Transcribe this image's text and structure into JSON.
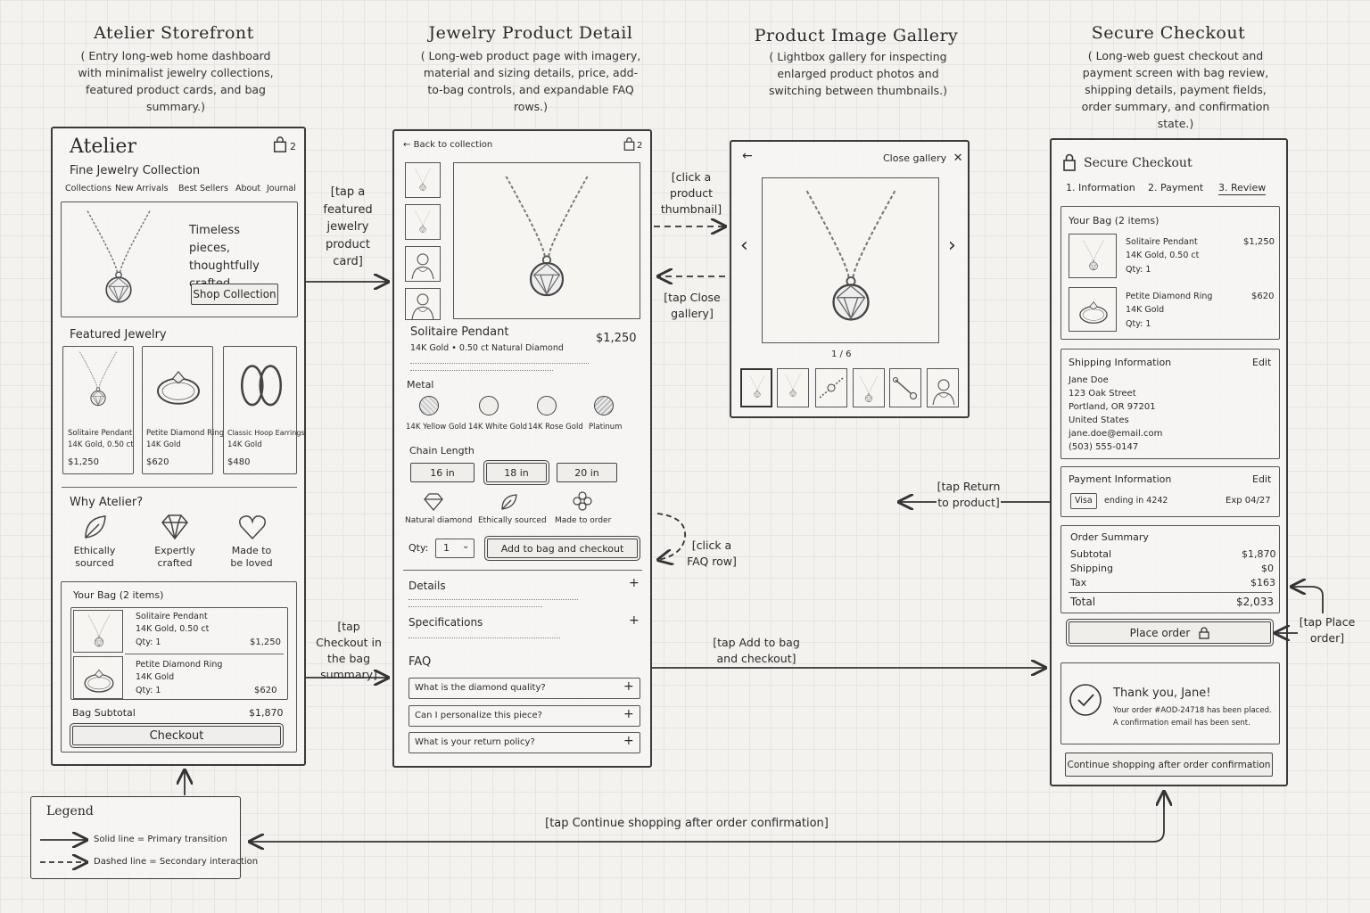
{
  "columns": [
    {
      "title": "Atelier Storefront",
      "desc": "( Entry long-web home dashboard with minimalist jewelry collections, featured product cards, and bag summary.)"
    },
    {
      "title": "Jewelry Product Detail",
      "desc": "( Long-web product page with imagery, material and sizing details, price, add-to-bag controls, and expandable FAQ rows.)"
    },
    {
      "title": "Product Image Gallery",
      "desc": "( Lightbox gallery for inspecting enlarged product photos and switching between thumbnails.)"
    },
    {
      "title": "Secure Checkout",
      "desc": "( Long-web guest checkout and payment screen with bag review, shipping details, payment fields, order summary, and confirmation state.)"
    }
  ],
  "storefront": {
    "brand": "Atelier",
    "bag_count": "2",
    "tagline": "Fine Jewelry Collection",
    "nav": [
      "Collections",
      "New Arrivals",
      "Best Sellers",
      "About",
      "Journal"
    ],
    "hero_text": "Timeless pieces, thoughtfully crafted.",
    "hero_button": "Shop Collection",
    "featured_title": "Featured Jewelry",
    "products": [
      {
        "name": "Solitaire Pendant",
        "detail": "14K Gold, 0.50 ct",
        "price": "$1,250"
      },
      {
        "name": "Petite Diamond Ring",
        "detail": "14K Gold",
        "price": "$620"
      },
      {
        "name": "Classic Hoop Earrings",
        "detail": "14K Gold",
        "price": "$480"
      }
    ],
    "why_title": "Why Atelier?",
    "why": [
      {
        "label": "Ethically sourced",
        "icon": "leaf-icon"
      },
      {
        "label": "Expertly crafted",
        "icon": "diamond-icon"
      },
      {
        "label": "Made to be loved",
        "icon": "heart-icon"
      }
    ],
    "bag_title": "Your Bag",
    "bag_items_label": "(2 items)",
    "bag_items": [
      {
        "name": "Solitaire Pendant",
        "detail": "14K Gold, 0.50 ct",
        "qty": "Qty: 1",
        "price": "$1,250"
      },
      {
        "name": "Petite Diamond Ring",
        "detail": "14K Gold",
        "qty": "Qty: 1",
        "price": "$620"
      }
    ],
    "subtotal_label": "Bag Subtotal",
    "subtotal": "$1,870",
    "checkout_button": "Checkout"
  },
  "product": {
    "back_label": "Back to collection",
    "bag_count": "2",
    "name": "Solitaire Pendant",
    "spec": "14K Gold  •  0.50 ct Natural Diamond",
    "price": "$1,250",
    "metal_label": "Metal",
    "metals": [
      "14K Yellow Gold",
      "14K White Gold",
      "14K Rose Gold",
      "Platinum"
    ],
    "chain_label": "Chain Length",
    "chains": [
      "16 in",
      "18 in",
      "20 in"
    ],
    "features": [
      "Natural diamond",
      "Ethically sourced",
      "Made to order"
    ],
    "qty_label": "Qty:",
    "qty_value": "1",
    "add_button": "Add to bag and checkout",
    "details_label": "Details",
    "specs_label": "Specifications",
    "faq_label": "FAQ",
    "faqs": [
      "What is the diamond quality?",
      "Can I personalize this piece?",
      "What is your return policy?"
    ]
  },
  "gallery": {
    "close_label": "Close gallery",
    "counter": "1 / 6"
  },
  "checkout": {
    "title": "Secure Checkout",
    "steps": [
      "1. Information",
      "2. Payment",
      "3. Review"
    ],
    "bag_title": "Your Bag",
    "bag_items_label": "(2 items)",
    "items": [
      {
        "name": "Solitaire Pendant",
        "detail": "14K Gold, 0.50 ct",
        "qty": "Qty: 1",
        "price": "$1,250"
      },
      {
        "name": "Petite Diamond Ring",
        "detail": "14K Gold",
        "qty": "Qty: 1",
        "price": "$620"
      }
    ],
    "shipping_title": "Shipping Information",
    "edit_label": "Edit",
    "address": [
      "Jane Doe",
      "123 Oak Street",
      "Portland, OR 97201",
      "United States",
      "jane.doe@email.com",
      "(503) 555-0147"
    ],
    "payment_title": "Payment Information",
    "card_brand": "Visa",
    "card_ending": "ending in 4242",
    "card_exp": "Exp 04/27",
    "summary_title": "Order Summary",
    "summary": [
      {
        "label": "Subtotal",
        "value": "$1,870"
      },
      {
        "label": "Shipping",
        "value": "$0"
      },
      {
        "label": "Tax",
        "value": "$163"
      }
    ],
    "total_label": "Total",
    "total_value": "$2,033",
    "place_order": "Place order",
    "thanks": "Thank you, Jane!",
    "order_msg1": "Your order #AOD-24718 has been placed.",
    "order_msg2": "A confirmation email has been sent.",
    "continue_button": "Continue shopping after order confirmation"
  },
  "annotations": {
    "tap_featured": "[tap a featured jewelry product card]",
    "tap_checkout": "[tap Checkout in the bag summary]",
    "click_thumb": "[click a product thumbnail]",
    "tap_close": "[tap Close gallery]",
    "click_faq": "[click a FAQ row]",
    "tap_add": "[tap Add to bag and checkout]",
    "tap_return": "[tap Return to product]",
    "tap_place": "[tap Place order]",
    "tap_continue": "[tap Continue shopping after order confirmation]"
  },
  "legend": {
    "title": "Legend",
    "solid": "Solid line = Primary transition",
    "dashed": "Dashed line = Secondary interaction"
  }
}
